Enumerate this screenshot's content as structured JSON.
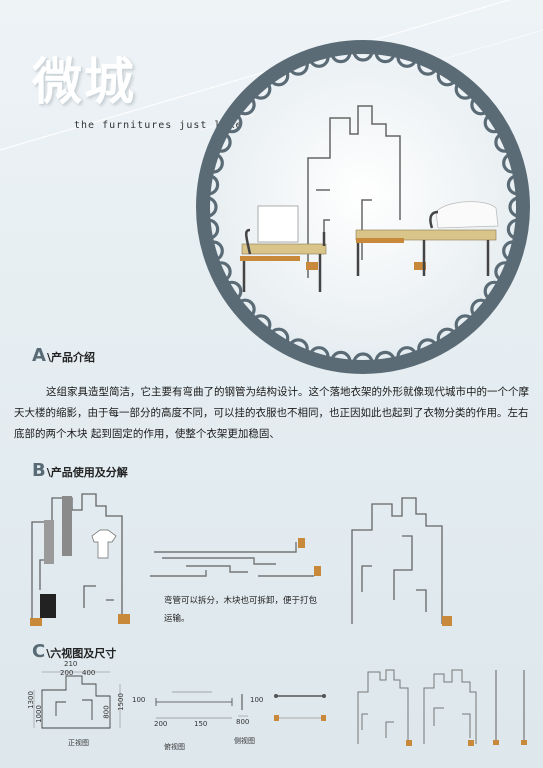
{
  "title_cn": "微城",
  "title_en": "the furnitures just like a city",
  "section_a": {
    "letter": "A",
    "label": "\\产品介绍"
  },
  "paragraph": "这组家具造型简洁，它主要有弯曲了的钢管为结构设计。这个落地衣架的外形就像现代城市中的一个个摩天大楼的缩影，由于每一部分的高度不同，可以挂的衣服也不相同，也正因如此也起到了衣物分类的作用。左右底部的两个木块 起到固定的作用，使整个衣架更加稳固、",
  "section_b": {
    "letter": "B",
    "label": "\\产品使用及分解"
  },
  "caption_line1": "弯管可以拆分，木块也可拆卸，便于打包",
  "caption_line2": "运输。",
  "section_c": {
    "letter": "C",
    "label": "\\六视图及尺寸"
  },
  "views": {
    "front": "正视图",
    "top": "俯视图",
    "side": "侧视图"
  },
  "dims": {
    "d210": "210",
    "d200a": "200",
    "d400": "400",
    "d1300": "1300",
    "d1000": "1000",
    "d800": "800",
    "d1500": "1500",
    "d100a": "100",
    "d200b": "200",
    "d150": "150",
    "d100b": "100",
    "d800b": "800"
  },
  "colors": {
    "accent": "#586a75",
    "wood": "#c8893a",
    "cushion": "#d9c48a",
    "ring": "#5b6b76"
  }
}
